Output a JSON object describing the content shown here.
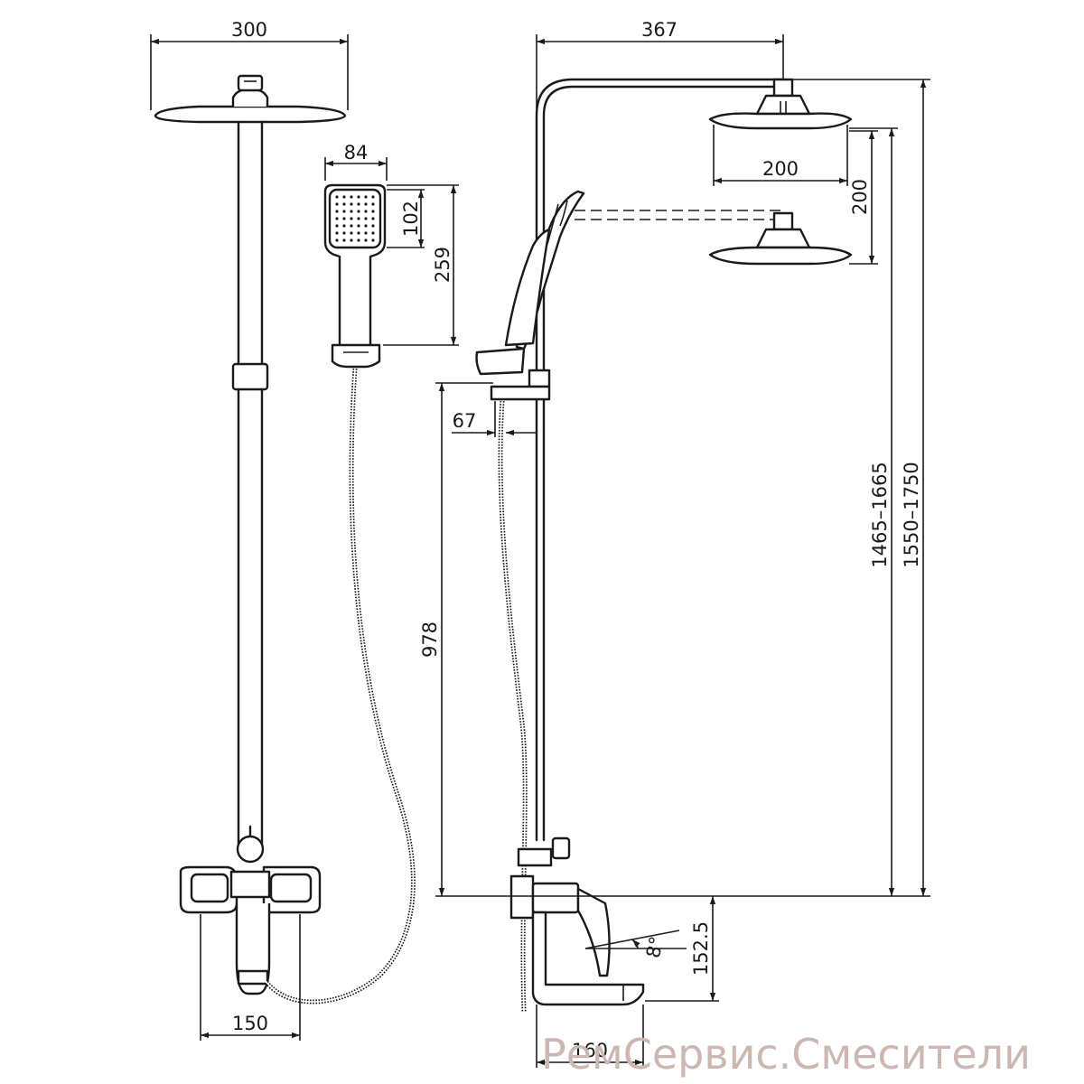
{
  "dimensions": {
    "head_overall_width": "300",
    "hand_shower_width": "84",
    "hand_shower_face": "102",
    "hand_shower_length": "259",
    "arm_reach": "367",
    "head_diameter": "200",
    "head_height_adjust": "200",
    "holder_offset": "67",
    "holder_height": "978",
    "head_height_range": "1465–1665",
    "overall_height_range": "1550–1750",
    "mixer_width": "150",
    "spout_drop": "152.5",
    "spout_angle": "8°",
    "spout_reach": "160"
  },
  "watermark": "РемСервис.Смесители",
  "colors": {
    "line": "#1a1a1a",
    "background": "#ffffff",
    "watermark": "#cbb8b2"
  }
}
